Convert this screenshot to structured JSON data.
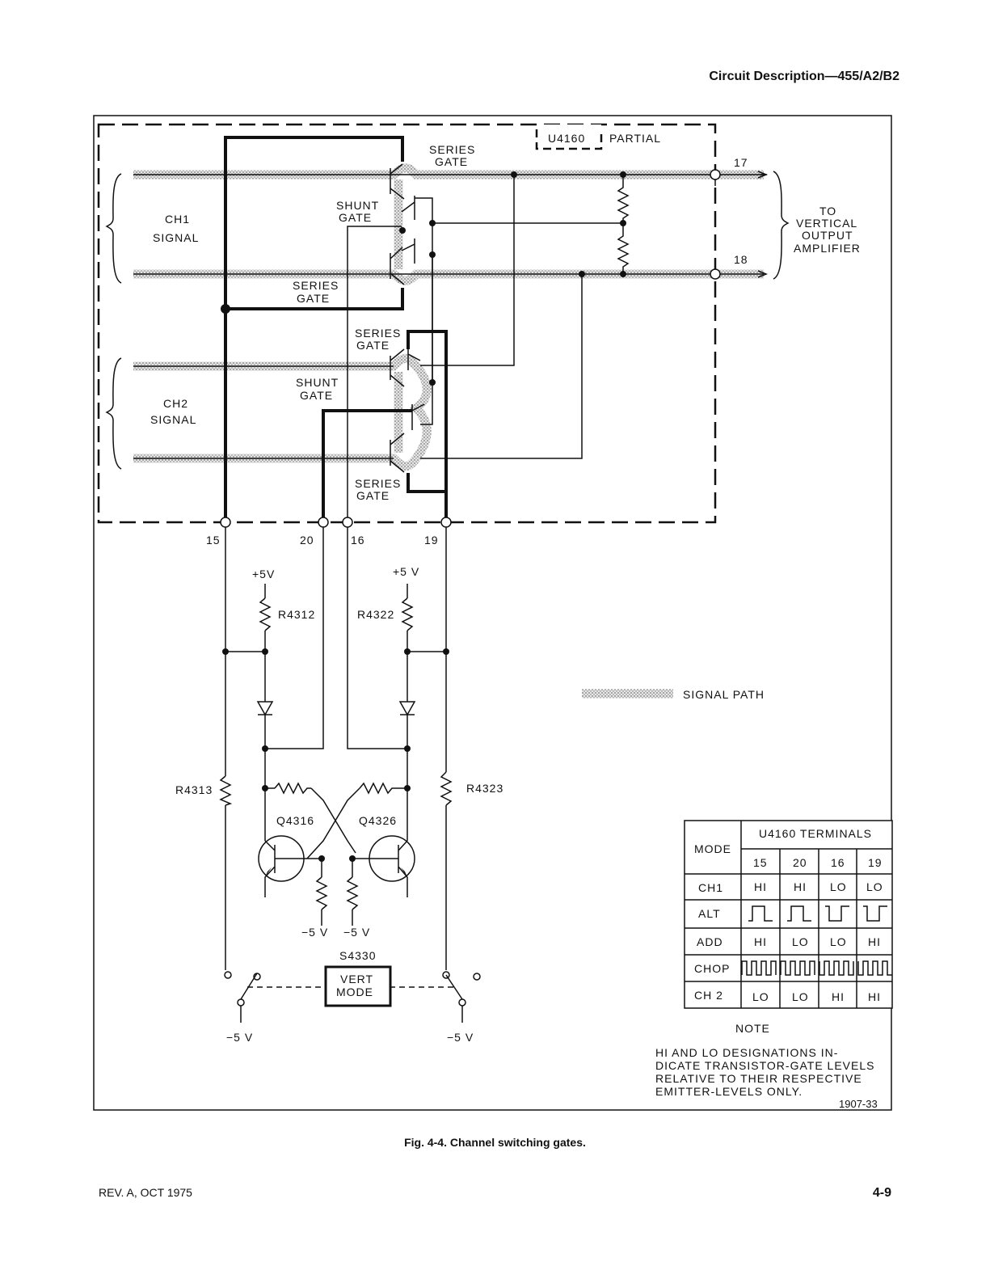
{
  "header": "Circuit Description—455/A2/B2",
  "caption": "Fig. 4-4. Channel switching gates.",
  "footer": {
    "left": "REV. A, OCT 1975",
    "right": "4-9"
  },
  "diagram": {
    "labels": {
      "u4160": "U4160",
      "partial": "PARTIAL",
      "series_gate_a1": "SERIES",
      "series_gate_a2": "GATE",
      "shunt_gate_a1": "SHUNT",
      "shunt_gate_a2": "GATE",
      "series_gate_b1": "SERIES",
      "series_gate_b2": "GATE",
      "series_gate_c1": "SERIES",
      "series_gate_c2": "GATE",
      "shunt_gate_b1": "SHUNT",
      "shunt_gate_b2": "GATE",
      "series_gate_d1": "SERIES",
      "series_gate_d2": "GATE",
      "ch1_1": "CH1",
      "ch1_2": "SIGNAL",
      "ch2_1": "CH2",
      "ch2_2": "SIGNAL",
      "to_1": "TO",
      "to_2": "VERTICAL",
      "to_3": "OUTPUT",
      "to_4": "AMPLIFIER",
      "pin17": "17",
      "pin18": "18",
      "pin15": "15",
      "pin20": "20",
      "pin16": "16",
      "pin19": "19",
      "plus5v_left": "+5V",
      "plus5v_right": "+5 V",
      "r4312": "R4312",
      "r4322": "R4322",
      "r4313": "R4313",
      "r4323": "R4323",
      "q4316": "Q4316",
      "q4326": "Q4326",
      "minus5v_a": "−5 V",
      "minus5v_b": "−5 V",
      "s4330": "S4330",
      "vert1": "VERT",
      "vert2": "MODE",
      "minus5v_left": "−5 V",
      "minus5v_right": "−5 V",
      "signal_path": "SIGNAL PATH",
      "note_title": "NOTE",
      "note_1": "HI AND LO DESIGNATIONS IN-",
      "note_2": "DICATE TRANSISTOR-GATE LEVELS",
      "note_3": "RELATIVE TO THEIR RESPECTIVE",
      "note_4": "EMITTER-LEVELS ONLY.",
      "fig_no": "1907-33"
    },
    "table": {
      "mode_header": "MODE",
      "terminals_header": "U4160 TERMINALS",
      "columns": [
        "15",
        "20",
        "16",
        "19"
      ],
      "rows": [
        {
          "mode": "CH1",
          "cells": [
            "HI",
            "HI",
            "LO",
            "LO"
          ]
        },
        {
          "mode": "ALT",
          "waveforms": [
            "pulse-high",
            "pulse-high",
            "pulse-low",
            "pulse-low"
          ]
        },
        {
          "mode": "ADD",
          "cells": [
            "HI",
            "LO",
            "LO",
            "HI"
          ]
        },
        {
          "mode": "CHOP",
          "waveforms": [
            "chop-high",
            "chop-high",
            "chop-low",
            "chop-low"
          ]
        },
        {
          "mode": "CH 2",
          "cells": [
            "LO",
            "LO",
            "HI",
            "HI"
          ]
        }
      ]
    }
  }
}
